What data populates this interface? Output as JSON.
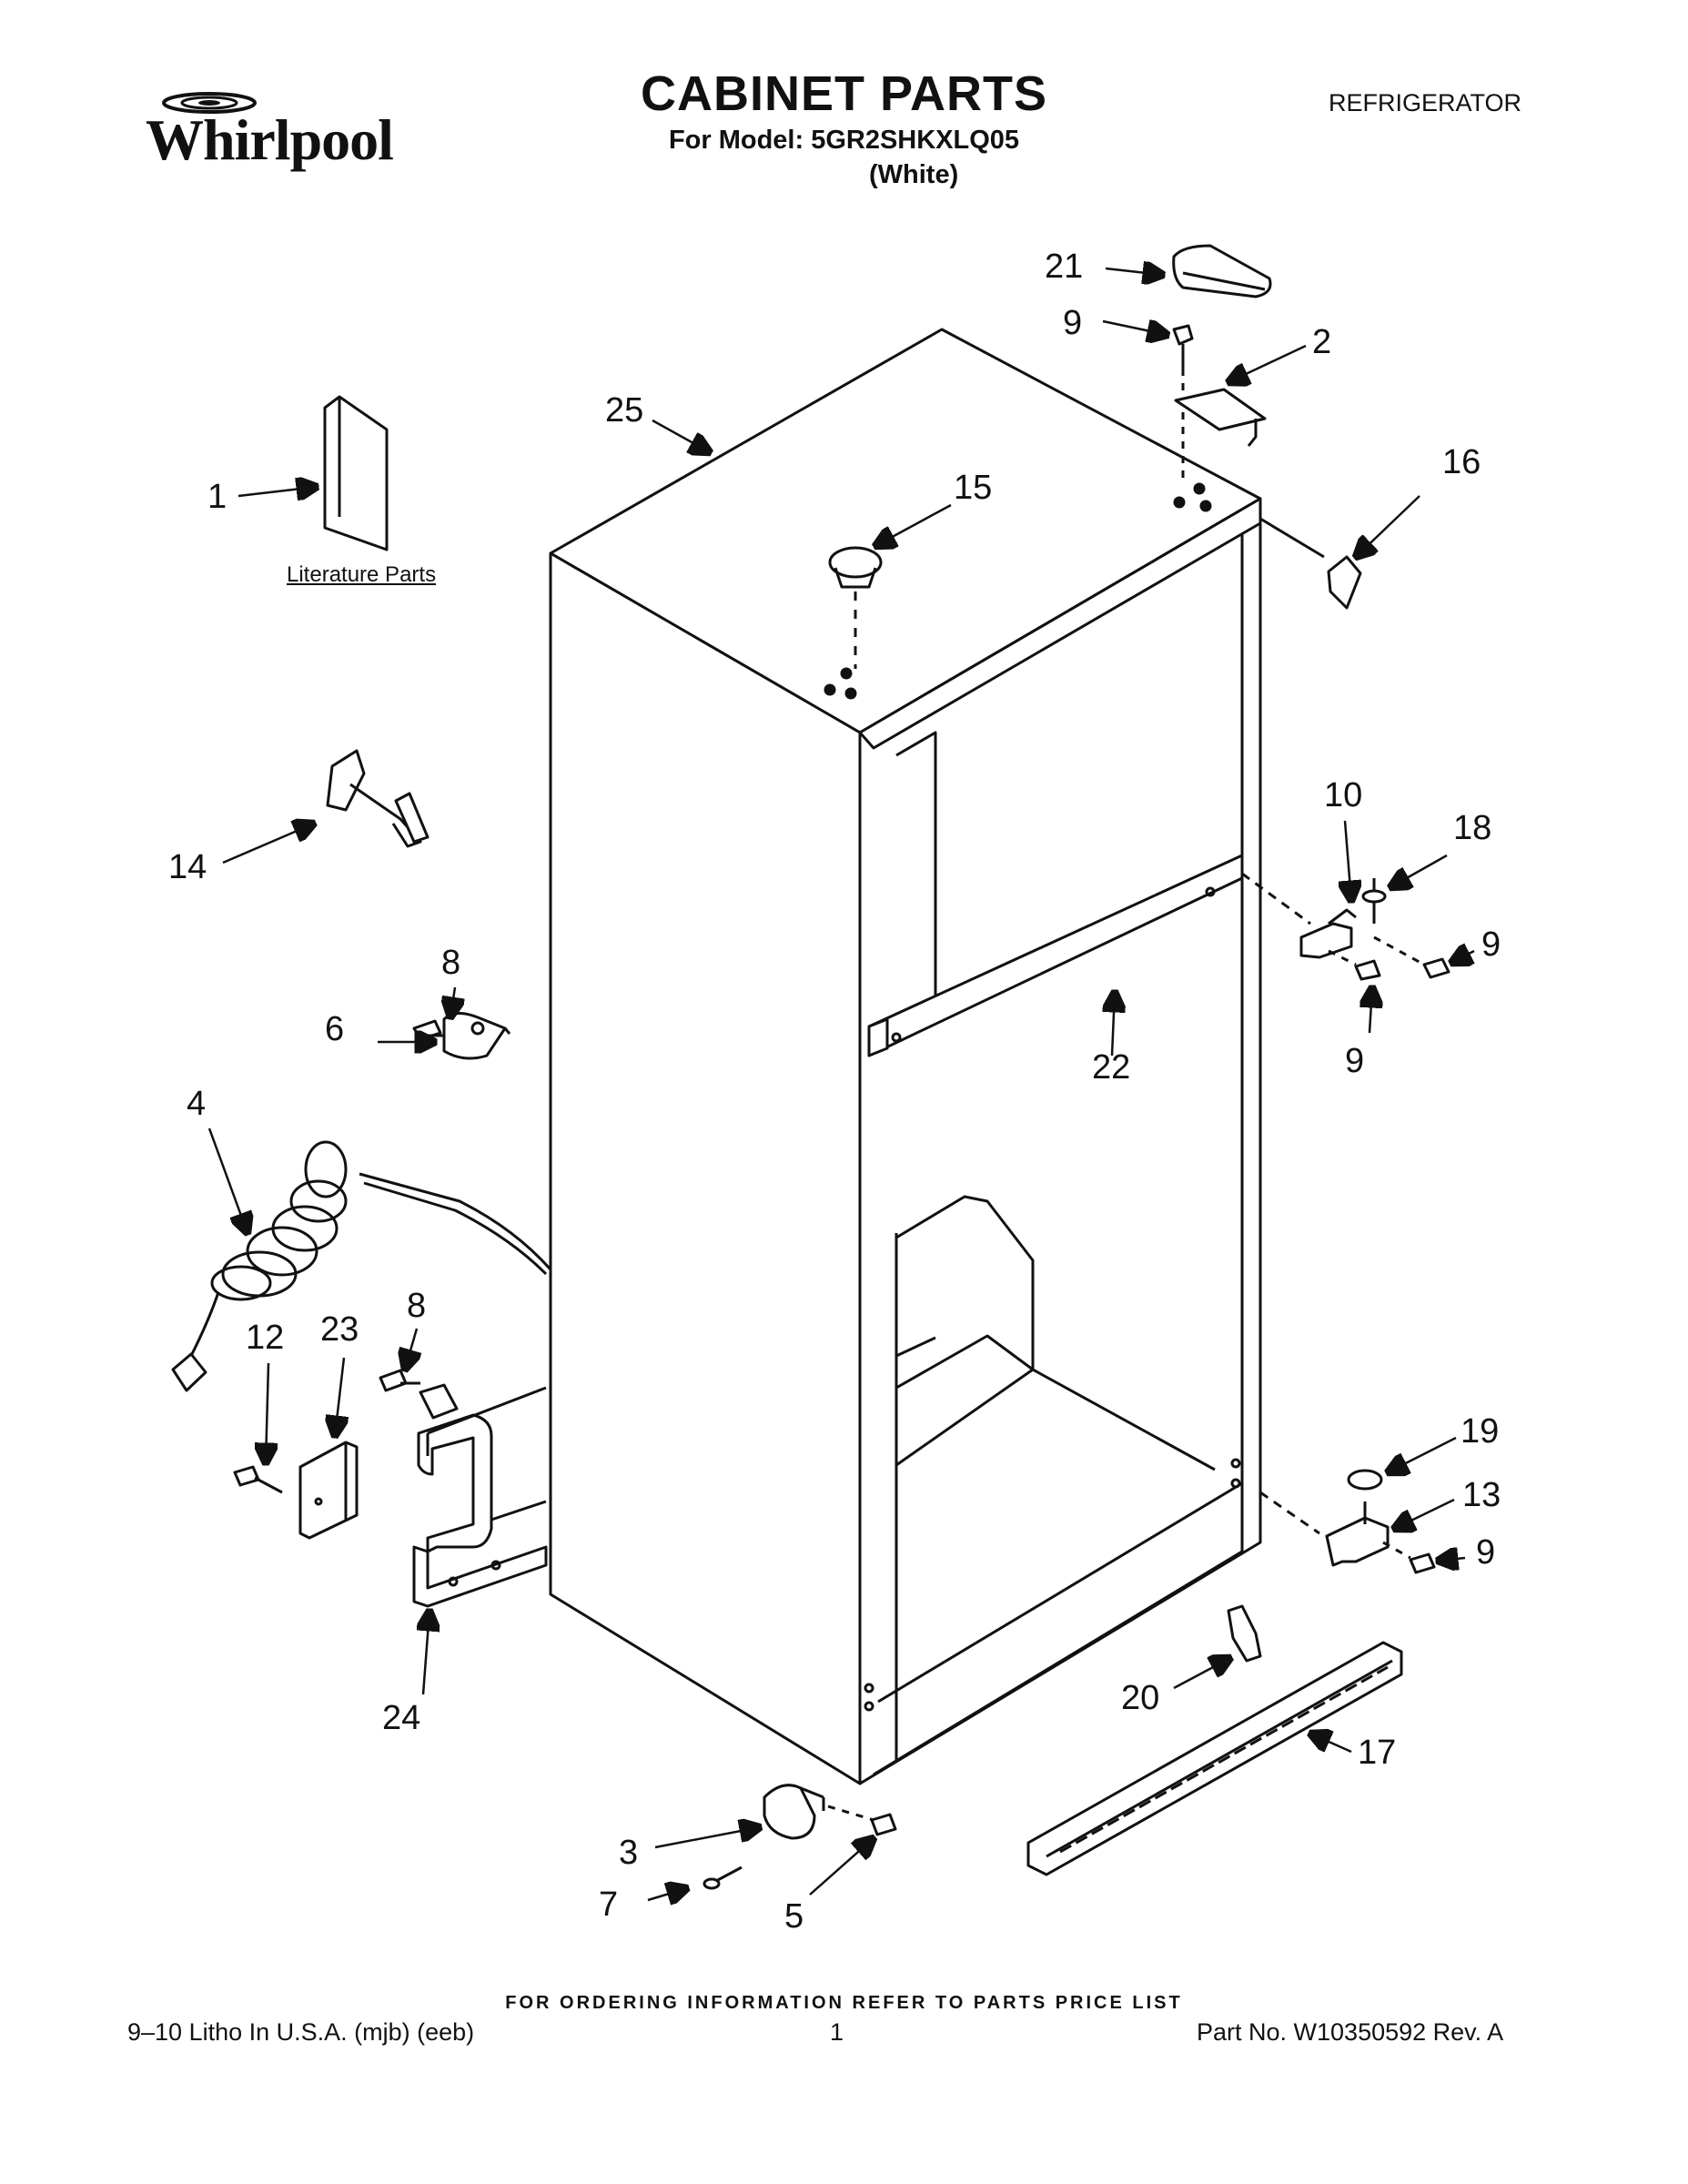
{
  "header": {
    "brand": "Whirlpool",
    "title": "CABINET PARTS",
    "model_line": "For Model: 5GR2SHKXLQ05",
    "color_line": "(White)",
    "category": "REFRIGERATOR"
  },
  "literature_label": "Literature Parts",
  "callouts": {
    "c1": "1",
    "c2": "2",
    "c3": "3",
    "c4": "4",
    "c5": "5",
    "c6": "6",
    "c7": "7",
    "c8a": "8",
    "c8b": "8",
    "c9a": "9",
    "c9b": "9",
    "c9c": "9",
    "c9d": "9",
    "c10": "10",
    "c12": "12",
    "c13": "13",
    "c14": "14",
    "c15": "15",
    "c16": "16",
    "c17": "17",
    "c18": "18",
    "c19": "19",
    "c20": "20",
    "c21": "21",
    "c22": "22",
    "c23": "23",
    "c24": "24",
    "c25": "25"
  },
  "footer": {
    "ordering_note": "FOR ORDERING INFORMATION REFER TO PARTS PRICE LIST",
    "litho": "9–10 Litho In U.S.A. (mjb) (eeb)",
    "page": "1",
    "part_no": "Part No. W10350592 Rev. A"
  }
}
